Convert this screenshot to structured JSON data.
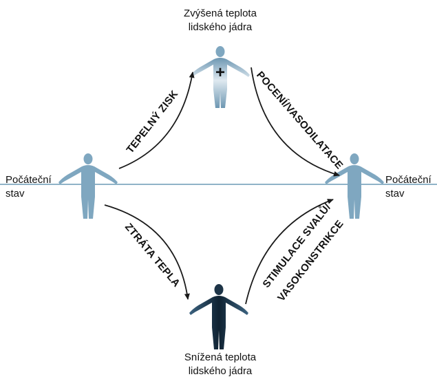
{
  "top_caption": [
    "Zvýšená teplota",
    "lidského jádra"
  ],
  "bottom_caption": [
    "Snížená teplota",
    "lidského jádra"
  ],
  "left_caption": [
    "Počáteční",
    "stav"
  ],
  "right_caption": [
    "Počáteční",
    "stav"
  ],
  "arrows": {
    "heat_gain": "TEPELNÝ ZISK",
    "sweating": "POCENÍ/VASODILATACE",
    "heat_loss": "ZTRÁTA TEPLA",
    "stimulation_1": "STIMULACE SVALŮ/",
    "stimulation_2": "VASOKONSTRIKCE"
  },
  "symbols": {
    "plus": "+"
  },
  "colors": {
    "baseline": "#8fb3c7",
    "figure_light": "#7fa7c0",
    "figure_dark": "#1d3447",
    "arrow": "#1a1a1a"
  }
}
